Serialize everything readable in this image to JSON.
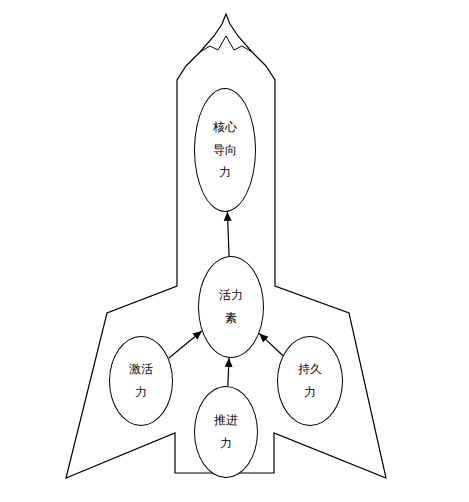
{
  "diagram": {
    "nodes": [
      {
        "text": [
          "核心导向力"
        ]
      },
      {
        "text": [
          "活力素"
        ]
      },
      {
        "text": [
          "激活力"
        ]
      },
      {
        "text": [
          "推进力"
        ]
      },
      {
        "text": [
          "持久力"
        ]
      }
    ],
    "edges": [
      {
        "from": 2,
        "to": 1,
        "arrow": "to"
      },
      {
        "from": 3,
        "to": 1,
        "arrow": "to"
      },
      {
        "from": 4,
        "to": 1,
        "arrow": "to"
      },
      {
        "from": 1,
        "to": 0,
        "arrow": "to"
      }
    ]
  }
}
